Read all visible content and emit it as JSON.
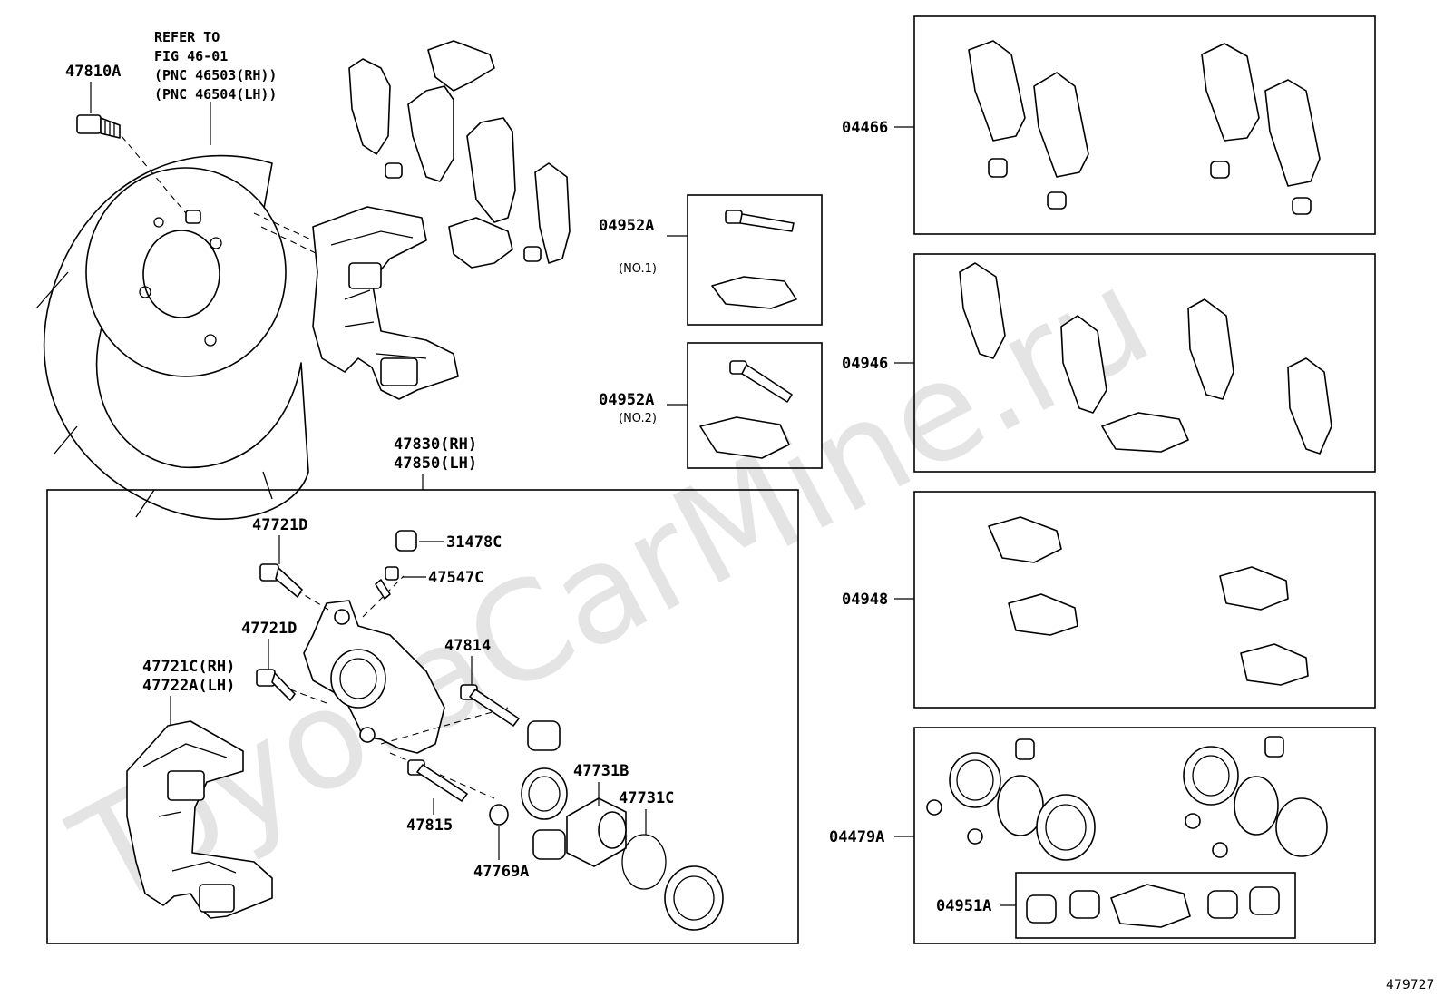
{
  "watermark": "ToyotaCarMine.ru",
  "diagram_id": "479727",
  "note": {
    "line1": "REFER TO",
    "line2": "FIG 46-01",
    "line3": "(PNC 46503(RH))",
    "line4": "(PNC 46504(LH))"
  },
  "labels": {
    "p47810A": "47810A",
    "p47830": "47830(RH)",
    "p47850": "47850(LH)",
    "p47721D_1": "47721D",
    "p31478C": "31478C",
    "p47547C": "47547C",
    "p47721D_2": "47721D",
    "p47814": "47814",
    "p47721C": "47721C(RH)",
    "p47722A": "47722A(LH)",
    "p47731B": "47731B",
    "p47731C": "47731C",
    "p47815": "47815",
    "p47769A": "47769A",
    "p04952A_1": "04952A",
    "no1": "(NO.1)",
    "p04952A_2": "04952A",
    "no2": "(NO.2)",
    "p04466": "04466",
    "p04946": "04946",
    "p04948": "04948",
    "p04479A": "04479A",
    "p04951A": "04951A"
  }
}
